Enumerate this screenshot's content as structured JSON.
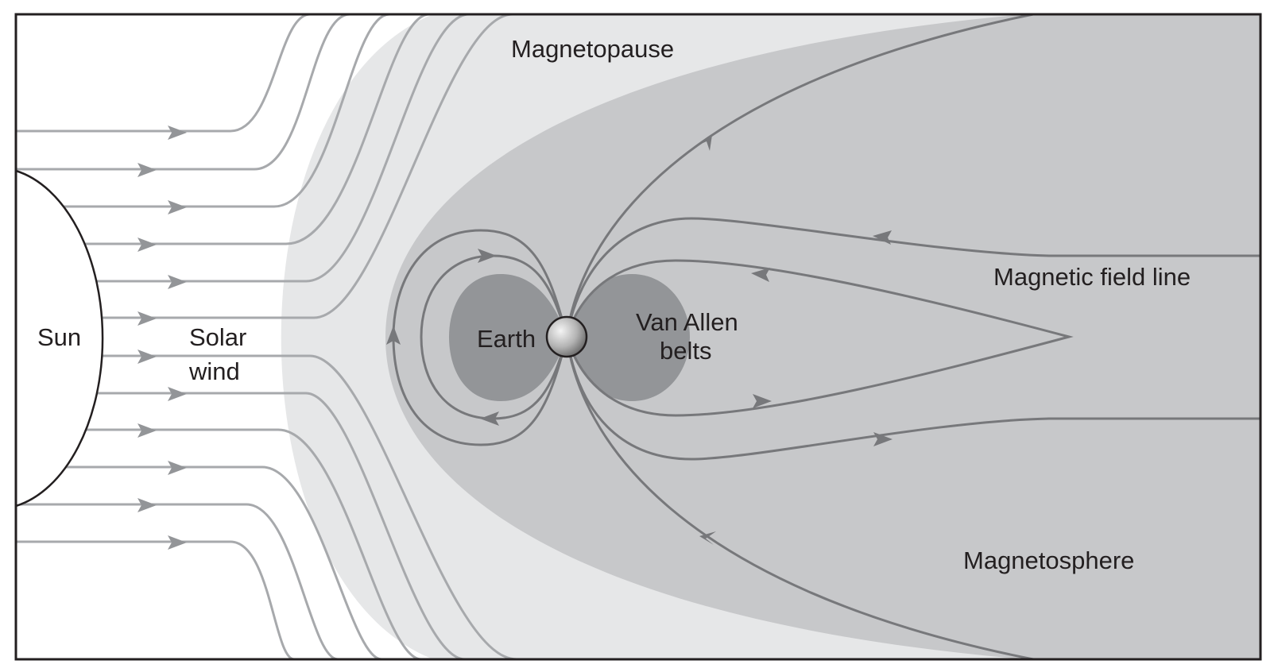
{
  "labels": {
    "sun": "Sun",
    "solar_wind_line1": "Solar",
    "solar_wind_line2": "wind",
    "magnetopause": "Magnetopause",
    "earth": "Earth",
    "van_allen_line1": "Van Allen",
    "van_allen_line2": "belts",
    "magnetic_field_line": "Magnetic field line",
    "magnetosphere": "Magnetosphere"
  },
  "colors": {
    "background": "#ffffff",
    "magnetopause_region": "#e6e7e8",
    "magnetosphere_region": "#c7c8ca",
    "van_allen_belts": "#939598",
    "solar_wind_lines": "#a7a9ac",
    "field_lines": "#77787b",
    "outline": "#231f20"
  }
}
